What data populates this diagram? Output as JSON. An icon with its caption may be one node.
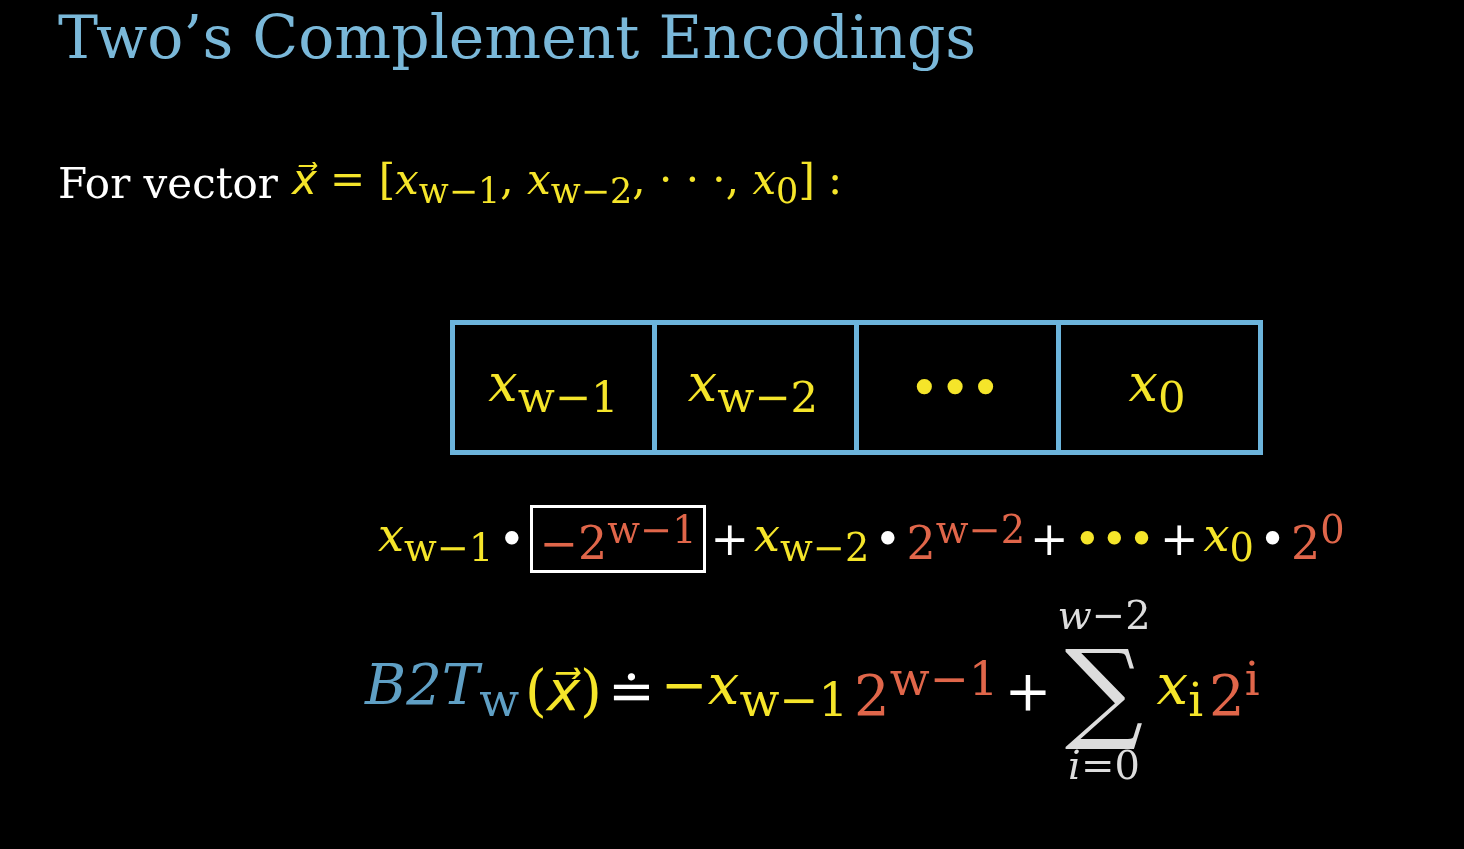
{
  "diagram": {
    "title": "Two’s Complement Encodings",
    "nodes": [
      {
        "text": [
          "*x*$_{w−1}$"
        ]
      },
      {
        "text": [
          "*x*$_{w−2}$"
        ]
      },
      {
        "text": [
          "•••"
        ]
      },
      {
        "text": [
          "*x*$_{0}$"
        ]
      },
      {
        "text": [
          "−2$^{w−1}$"
        ]
      }
    ],
    "edges": [],
    "labels": [
      "For vector",
      "*x⃗* = [*x*$_{w−1}$, *x*$_{w−2}$, · · ·, *x*$_{0}$] :",
      "*x*$_{w−1}$",
      "•",
      "+",
      "*x*$_{w−2}$",
      "•",
      "2$^{w−2}$",
      "+",
      "•••",
      "+",
      "*x*$_{0}$",
      "•",
      "2$^{0}$",
      "*B2T*$_{w}$",
      "(*x⃗*)",
      "≐",
      "−*x*$_{w−1}$",
      "2$^{w−1}$",
      "+",
      "*w*−2",
      "∑",
      "*i*=0",
      "*x*$_{i}$",
      "2$^{i}$"
    ]
  }
}
